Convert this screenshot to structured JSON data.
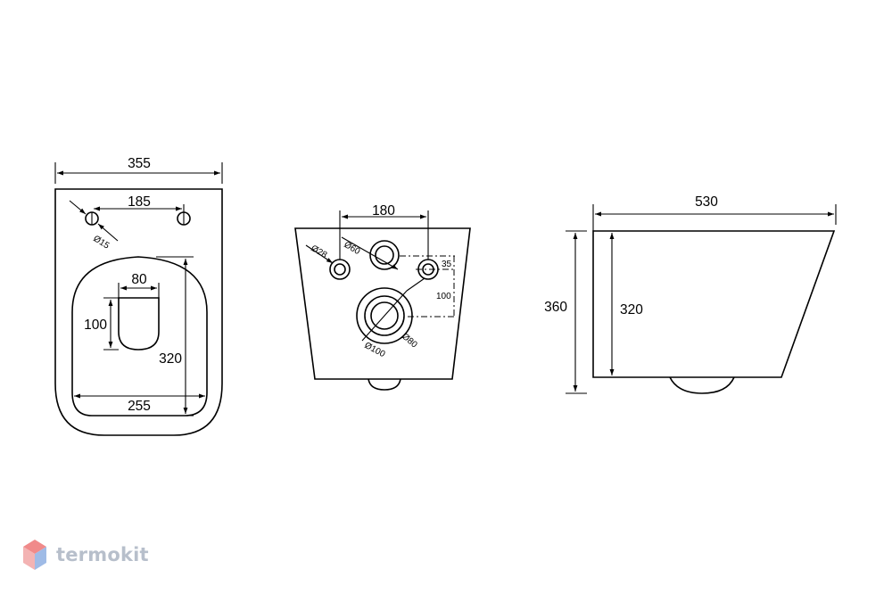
{
  "brand": {
    "name": "termokit",
    "colors": {
      "hex_top": "#f08a8a",
      "hex_left": "#f3b3b3",
      "hex_right": "#9fbbe6",
      "text": "#b7bfcb"
    }
  },
  "top_view": {
    "overall_width": "355",
    "hole_spacing": "185",
    "hole_diameter": "Ø15",
    "outlet_width": "80",
    "outlet_height": "100",
    "bowl_length": "320",
    "bowl_width": "255"
  },
  "back_view": {
    "stud_spacing": "180",
    "stud_diameter": "Ø28",
    "water_inlet_diameter": "Ø60",
    "offset_35": "35",
    "offset_100": "100",
    "outlet_inner": "Ø80",
    "outlet_outer": "Ø100"
  },
  "side_view": {
    "overall_length": "530",
    "overall_height": "360",
    "body_height": "320"
  }
}
